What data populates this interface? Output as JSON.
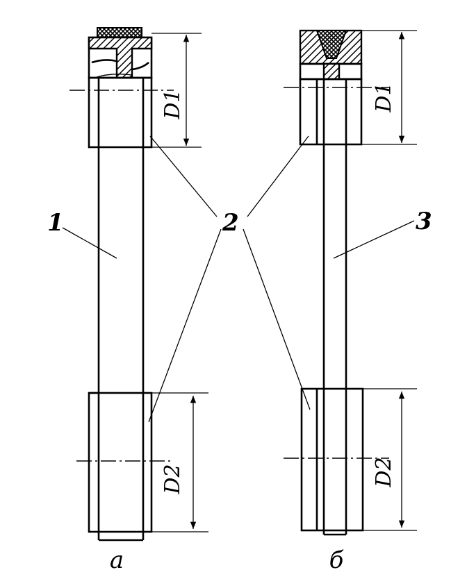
{
  "labels": {
    "part1": "1",
    "part2": "2",
    "part3": "3",
    "d1_left": "D1",
    "d2_left": "D2",
    "d1_right": "D1",
    "d2_right": "D2",
    "caption_left": "а",
    "caption_right": "б"
  },
  "colors": {
    "ink": "#000000",
    "paper": "#ffffff"
  }
}
